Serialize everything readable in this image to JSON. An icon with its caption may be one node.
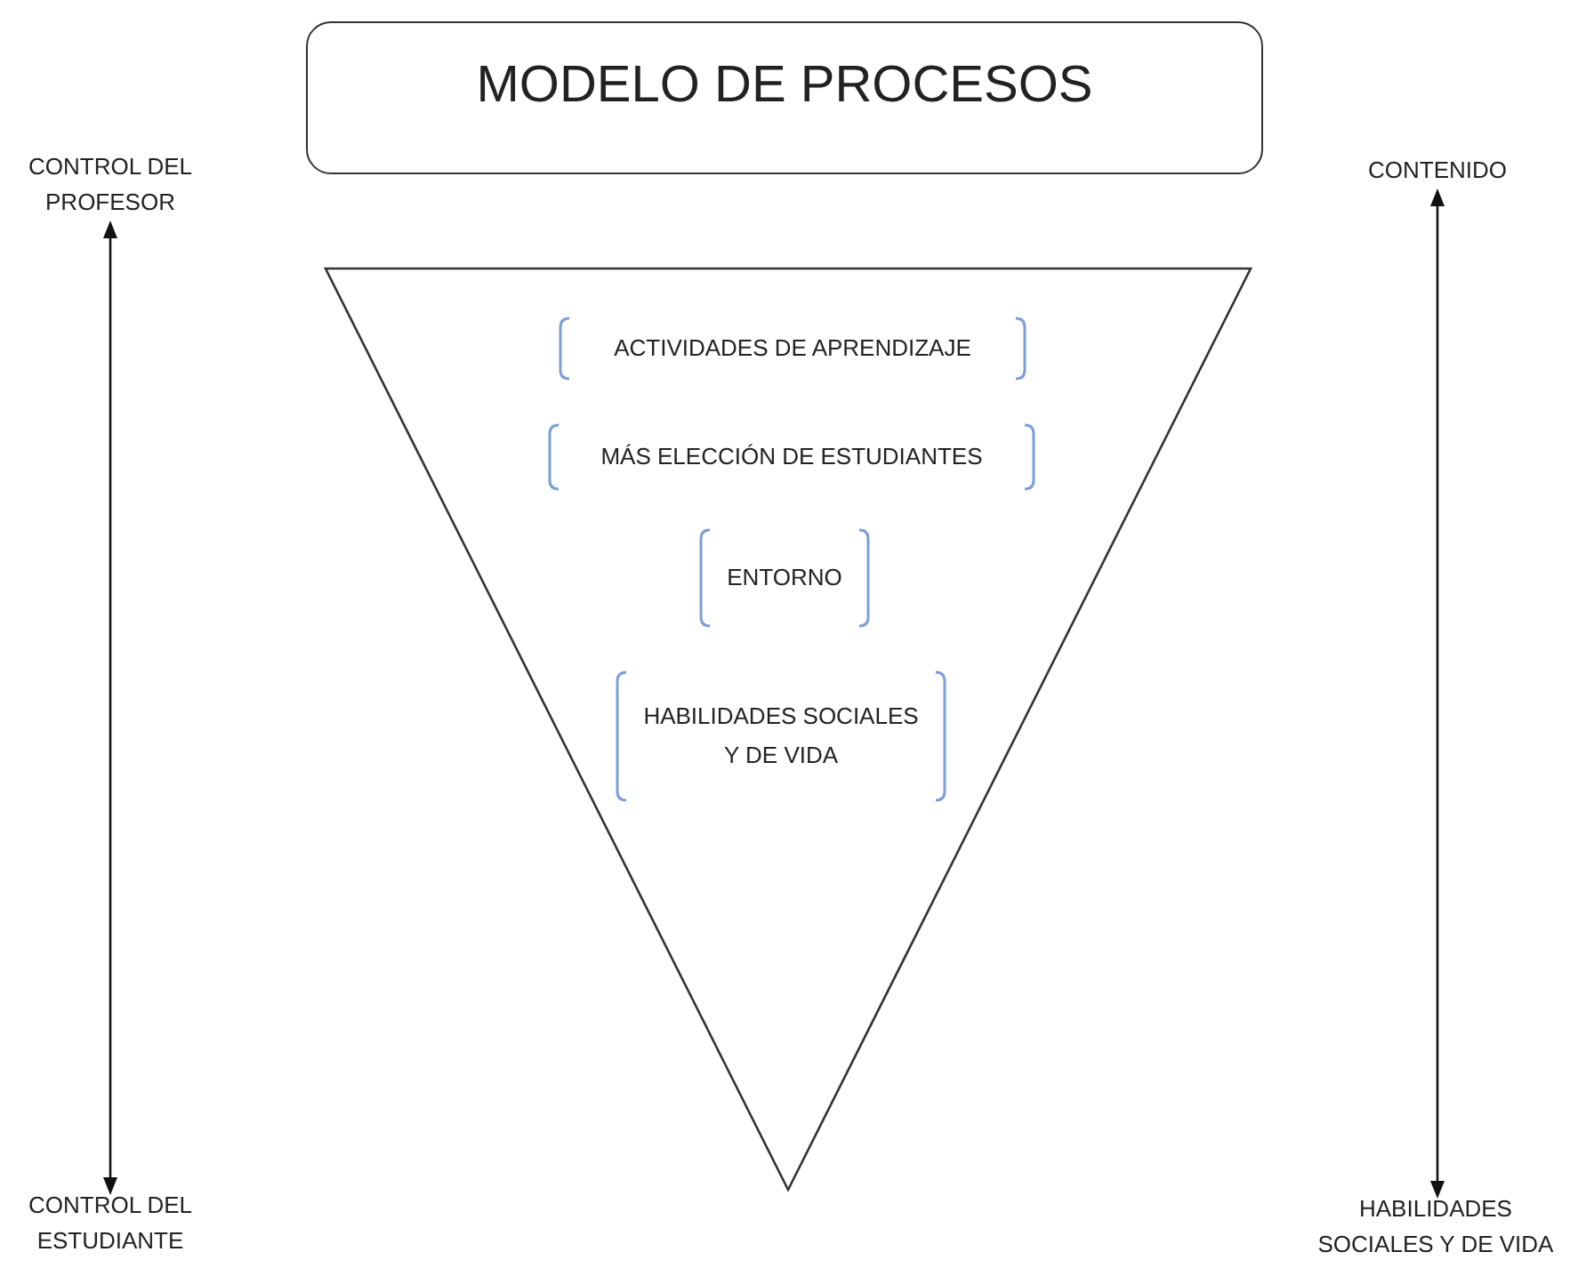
{
  "diagram": {
    "nodes": [
      {
        "text": [
          "MODELO DE PROCESOS"
        ]
      },
      {
        "text": [],
        "shape": "triangle"
      },
      {
        "text": [
          "ACTIVIDADES DE APRENDIZAJE"
        ],
        "in": 1
      },
      {
        "text": [
          "MÁS ELECCIÓN DE ESTUDIANTES"
        ],
        "in": 1
      },
      {
        "text": [
          "ENTORNO"
        ],
        "in": 1
      },
      {
        "text": [
          "HABILIDADES SOCIALES Y DE VIDA"
        ],
        "in": 1
      },
      {
        "text": [
          "CONTROL DEL PROFESOR"
        ]
      },
      {
        "text": [
          "CONTROL DEL ESTUDIANTE"
        ]
      },
      {
        "text": [
          "CONTENIDO"
        ]
      },
      {
        "text": [
          "HABILIDADES SOCIALES Y DE VIDA"
        ]
      }
    ],
    "edges": [
      {
        "from": 6,
        "to": 7,
        "arrow": "both"
      },
      {
        "from": 8,
        "to": 9,
        "arrow": "both"
      }
    ]
  }
}
